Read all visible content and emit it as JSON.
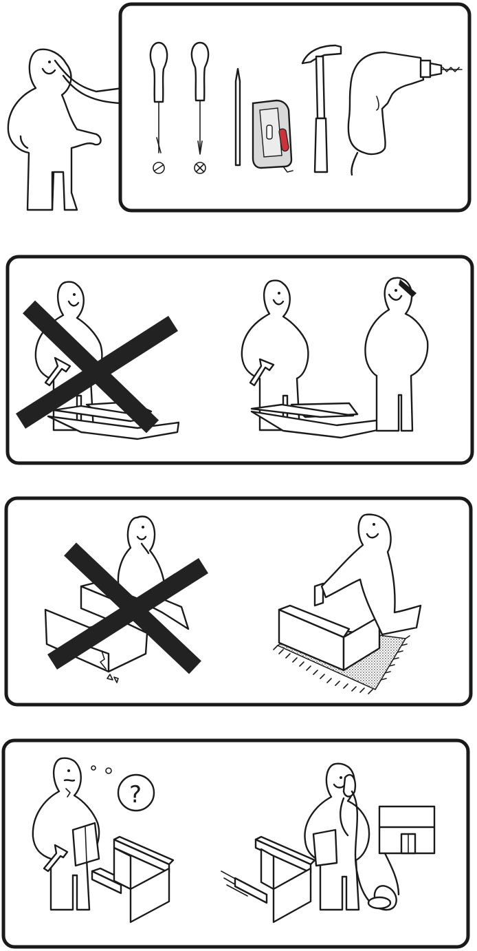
{
  "colors": {
    "ink": "#1a1a1a",
    "cross": "#222222",
    "tape_accent": "#c8343c",
    "tape_body": "#d9d9d9",
    "texture": "#9a9a9a"
  },
  "panels": [
    {
      "id": "tools",
      "icons": [
        "flat-screwdriver-icon",
        "phillips-screwdriver-icon",
        "awl-icon",
        "tape-measure-icon",
        "hammer-icon",
        "power-drill-icon"
      ]
    },
    {
      "id": "two-people",
      "icons": [
        "crossed-out-single-person-icon",
        "two-people-icon"
      ]
    },
    {
      "id": "soft-surface",
      "icons": [
        "crossed-out-hard-floor-icon",
        "rug-surface-icon"
      ]
    },
    {
      "id": "help",
      "icons": [
        "confused-person-icon",
        "phone-store-icon"
      ],
      "question_mark": "?"
    }
  ]
}
